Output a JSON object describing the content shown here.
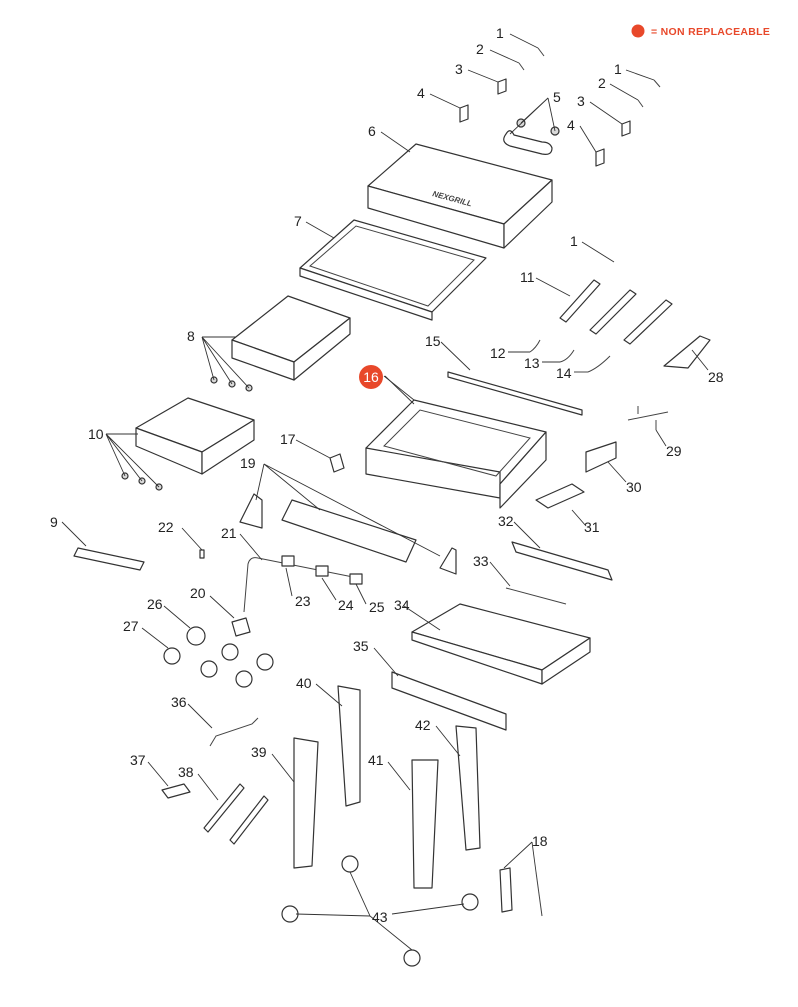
{
  "legend": {
    "text": "= NON REPLACEABLE",
    "color": "#e8482a"
  },
  "brand_mark": "NEXGRILL",
  "highlight_part": "16",
  "callouts": {
    "c1a": "1",
    "c2a": "2",
    "c3a": "3",
    "c4a": "4",
    "c5": "5",
    "c1b": "1",
    "c2b": "2",
    "c3b": "3",
    "c4b": "4",
    "c6": "6",
    "c7": "7",
    "c1c": "1",
    "c11": "11",
    "c8": "8",
    "c12": "12",
    "c13": "13",
    "c14": "14",
    "c15": "15",
    "c28": "28",
    "c16": "16",
    "c10": "10",
    "c17": "17",
    "c19": "19",
    "c29": "29",
    "c30": "30",
    "c9": "9",
    "c22": "22",
    "c21": "21",
    "c31": "31",
    "c32": "32",
    "c33": "33",
    "c23": "23",
    "c24": "24",
    "c25": "25",
    "c20": "20",
    "c26": "26",
    "c27": "27",
    "c34": "34",
    "c35": "35",
    "c40": "40",
    "c36": "36",
    "c42": "42",
    "c37": "37",
    "c38": "38",
    "c39": "39",
    "c41": "41",
    "c18": "18",
    "c43": "43"
  }
}
